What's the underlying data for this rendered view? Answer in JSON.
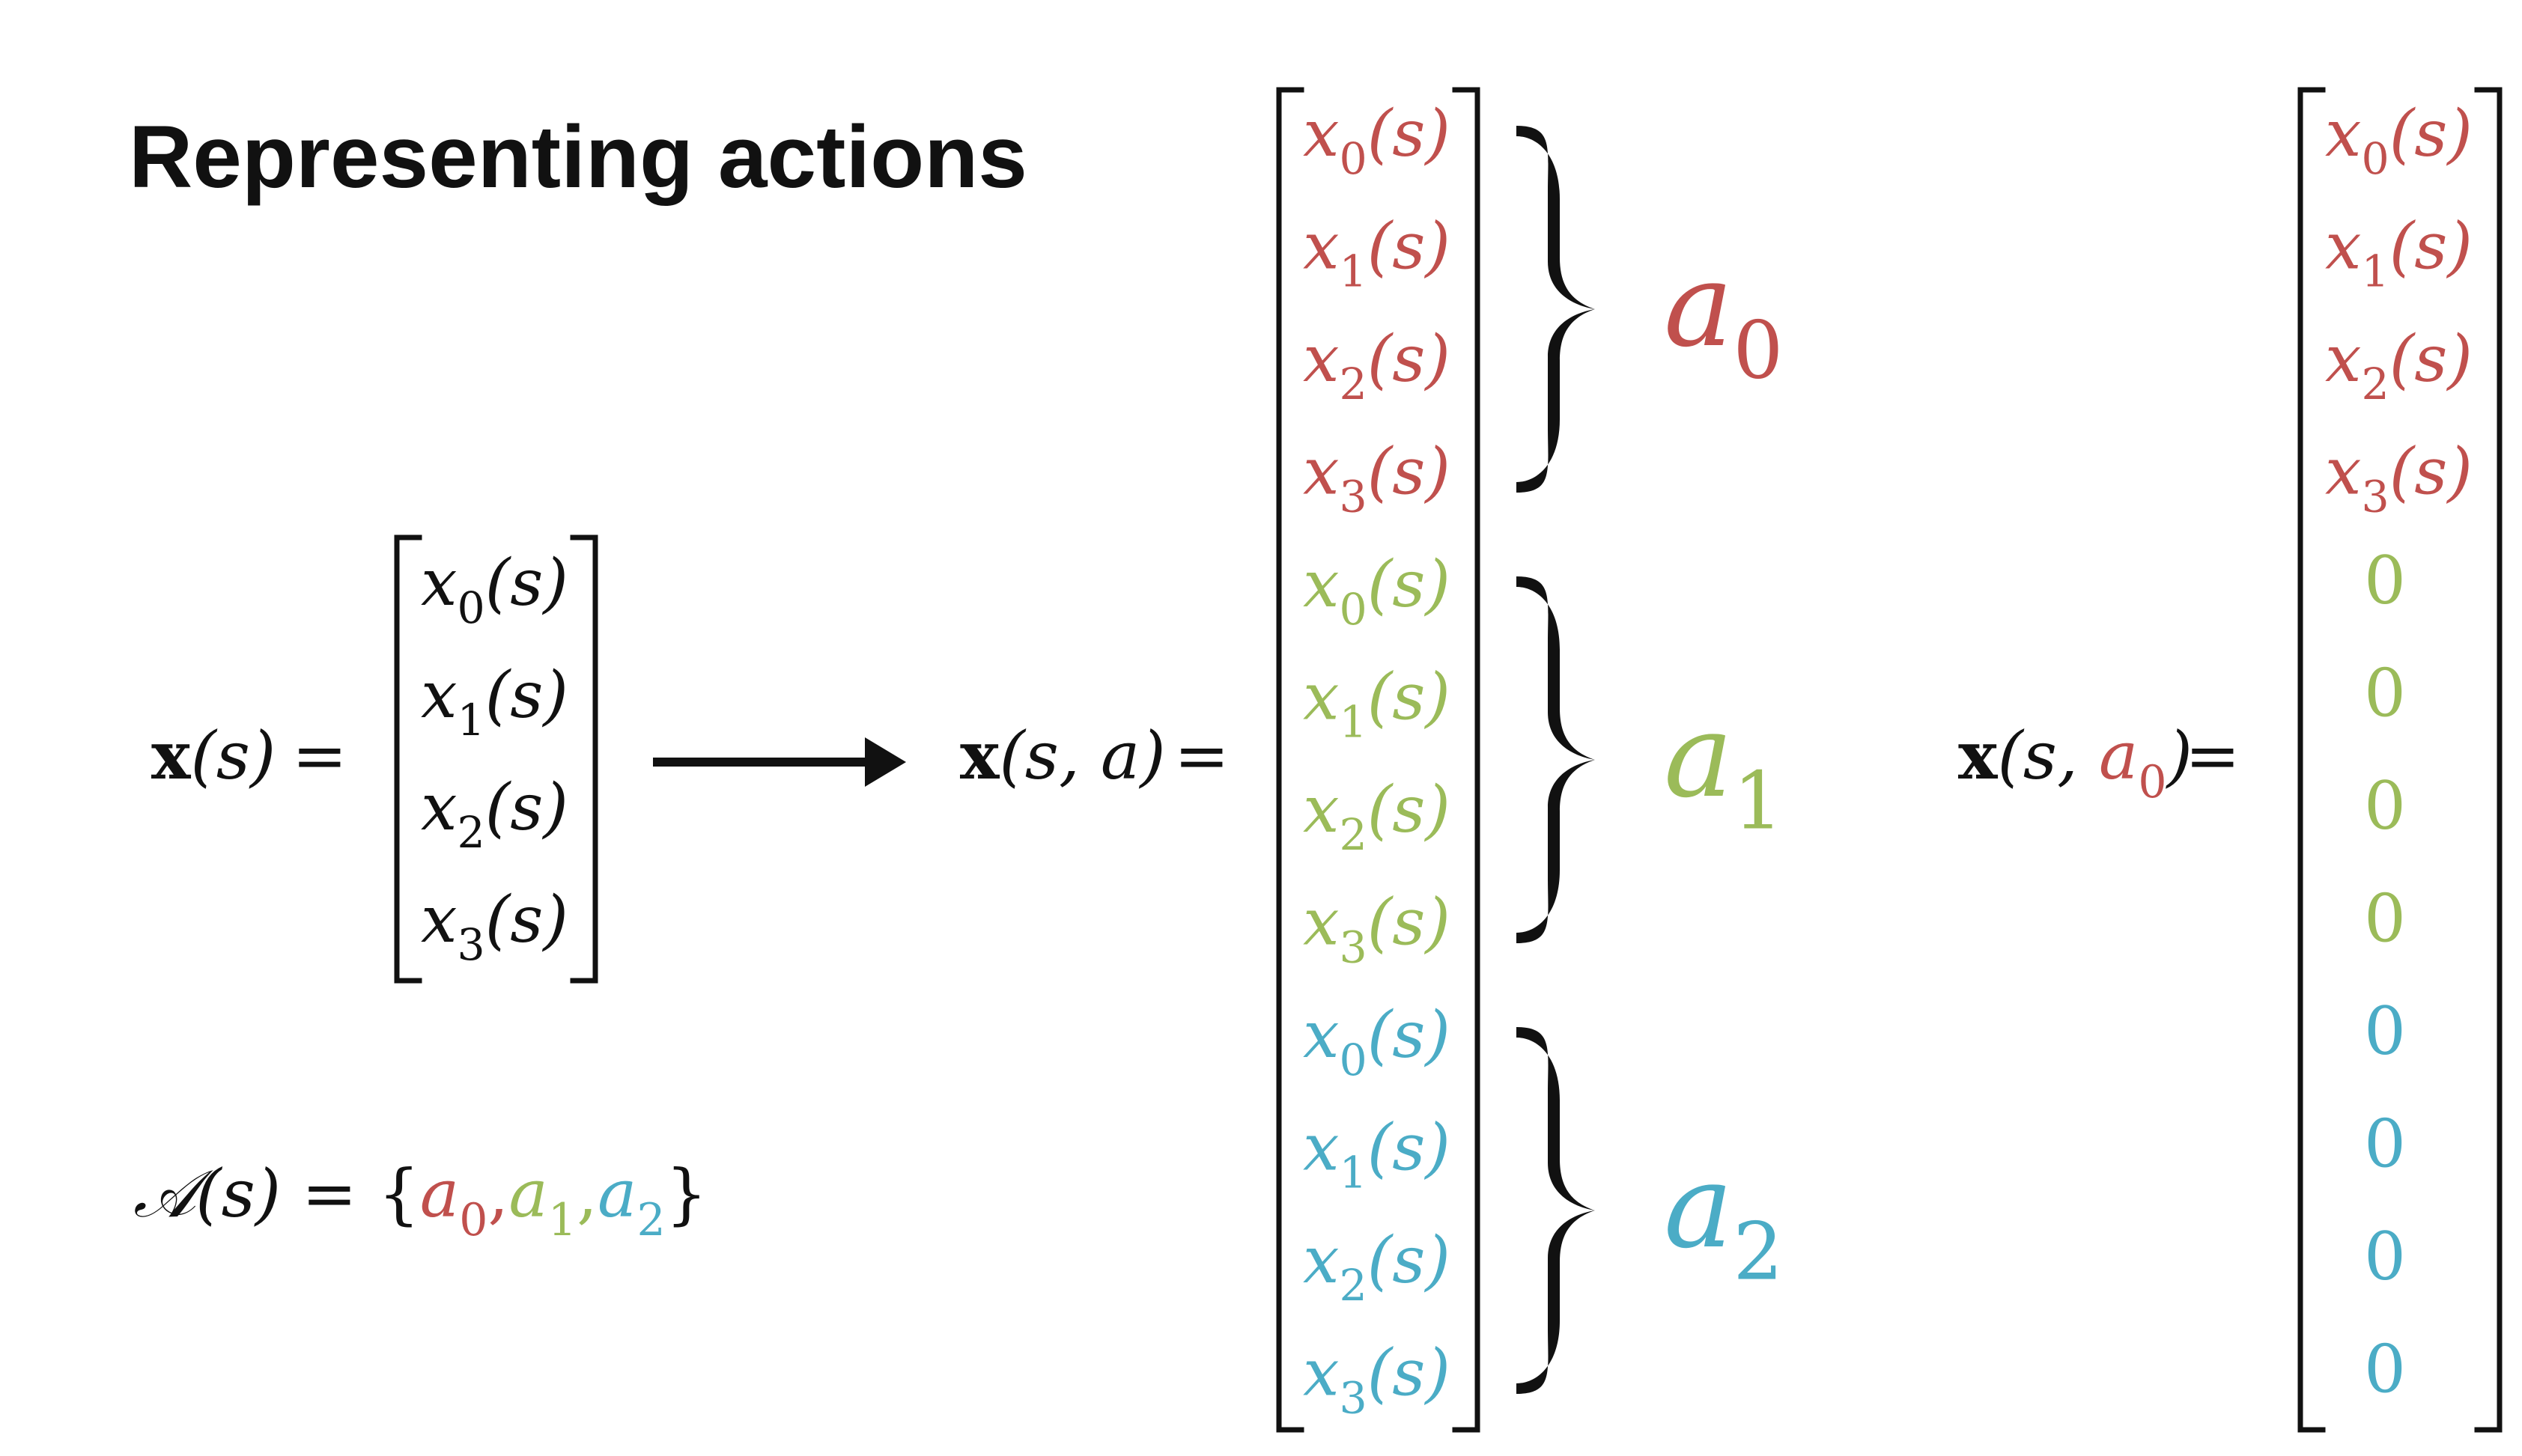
{
  "title": "Representing actions",
  "colors": {
    "black": "#111111",
    "a0": "#c0504d",
    "a1": "#9bbb59",
    "a2": "#4bacc6"
  },
  "left_vector": {
    "lhs_bold": "x",
    "lhs_args": "(s)",
    "equals": "=",
    "entries": [
      {
        "var": "x",
        "sub": "0",
        "arg": "(s)"
      },
      {
        "var": "x",
        "sub": "1",
        "arg": "(s)"
      },
      {
        "var": "x",
        "sub": "2",
        "arg": "(s)"
      },
      {
        "var": "x",
        "sub": "3",
        "arg": "(s)"
      }
    ]
  },
  "action_set": {
    "script_A": "𝒜",
    "args": "(s)",
    "equals": "=",
    "open_brace": "{",
    "close_brace": "}",
    "comma": ",",
    "elements": [
      {
        "var": "a",
        "sub": "0"
      },
      {
        "var": "a",
        "sub": "1"
      },
      {
        "var": "a",
        "sub": "2"
      }
    ]
  },
  "middle_vector": {
    "lhs_bold": "x",
    "lhs_args": "(s, a)",
    "equals": "=",
    "groups": [
      {
        "label_var": "a",
        "label_sub": "0",
        "entries": [
          "x|0|(s)",
          "x|1|(s)",
          "x|2|(s)",
          "x|3|(s)"
        ]
      },
      {
        "label_var": "a",
        "label_sub": "1",
        "entries": [
          "x|0|(s)",
          "x|1|(s)",
          "x|2|(s)",
          "x|3|(s)"
        ]
      },
      {
        "label_var": "a",
        "label_sub": "2",
        "entries": [
          "x|0|(s)",
          "x|1|(s)",
          "x|2|(s)",
          "x|3|(s)"
        ]
      }
    ]
  },
  "right_vector": {
    "lhs_bold": "x",
    "lhs_open": "(s, ",
    "lhs_var": "a",
    "lhs_sub": "0",
    "lhs_close": ")",
    "equals": "=",
    "entries": [
      {
        "var": "x",
        "sub": "0",
        "arg": "(s)",
        "group": 0
      },
      {
        "var": "x",
        "sub": "1",
        "arg": "(s)",
        "group": 0
      },
      {
        "var": "x",
        "sub": "2",
        "arg": "(s)",
        "group": 0
      },
      {
        "var": "x",
        "sub": "3",
        "arg": "(s)",
        "group": 0
      },
      {
        "value": "0",
        "group": 1
      },
      {
        "value": "0",
        "group": 1
      },
      {
        "value": "0",
        "group": 1
      },
      {
        "value": "0",
        "group": 1
      },
      {
        "value": "0",
        "group": 2
      },
      {
        "value": "0",
        "group": 2
      },
      {
        "value": "0",
        "group": 2
      },
      {
        "value": "0",
        "group": 2
      }
    ]
  }
}
